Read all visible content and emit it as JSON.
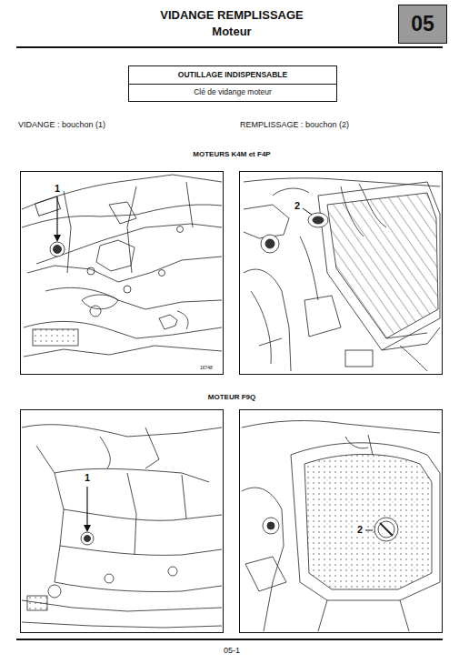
{
  "diagram": {
    "title": "VIDANGE REMPLISSAGE",
    "nodes": [
      {
        "text": [
          "05"
        ]
      },
      {
        "text": [
          "OUTILLAGE INDISPENSABLE",
          "Clé de vidange moteur"
        ]
      },
      {
        "text": [
          "1",
          "16748"
        ]
      },
      {
        "text": [
          "2"
        ]
      },
      {
        "text": [
          "1"
        ]
      },
      {
        "text": [
          "2"
        ]
      }
    ],
    "labels": [
      "Moteur",
      "VIDANGE : bouchon (1)",
      "REMPLISSAGE : bouchon (2)",
      "MOTEURS K4M et F4P",
      "MOTEUR F9Q",
      "05-1"
    ]
  }
}
